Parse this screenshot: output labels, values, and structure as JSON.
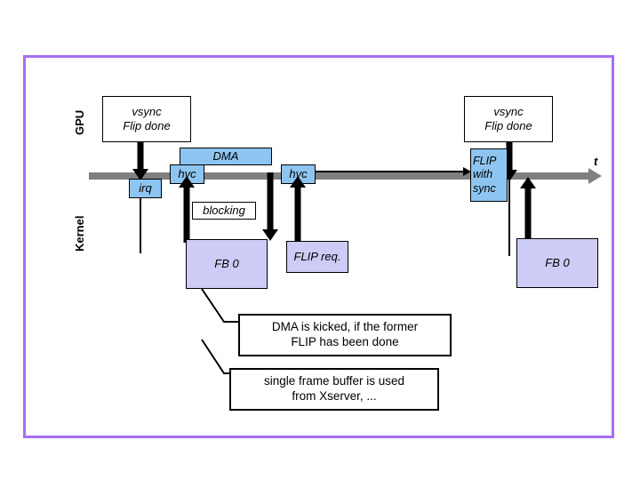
{
  "diagram": {
    "title_note": "GPU / Kernel vsync-flip timing diagram",
    "lanes": [
      {
        "name": "gpu",
        "label": "GPU"
      },
      {
        "name": "kernel",
        "label": "Kernel"
      }
    ],
    "time_axis": {
      "label": "t",
      "color": "#808080"
    },
    "frame_color": "#a66ef5",
    "event_boxes": [
      {
        "name": "vsync-left",
        "text": "vsync\nFlip done",
        "line1": "vsync",
        "line2": "Flip done",
        "fill": "#ffffff"
      },
      {
        "name": "vsync-right",
        "text": "vsync\nFlip done",
        "line1": "vsync",
        "line2": "Flip done",
        "fill": "#ffffff"
      }
    ],
    "irq_label": "irq",
    "hvc_label_1": "hvc",
    "hvc_label_2": "hvc",
    "dma_label": "DMA",
    "blocking_label": "blocking",
    "flip_req_label": "FLIP req.",
    "flip_with_sync": {
      "line1": "FLIP",
      "line2": "with",
      "line3": "sync"
    },
    "fb_left_label": "FB 0",
    "fb_right_label": "FB 0",
    "callouts": [
      {
        "name": "callout-dma",
        "line1": "DMA is kicked, if the former",
        "line2": "FLIP has been done"
      },
      {
        "name": "callout-framebuffer",
        "line1": "single frame buffer is used",
        "line2": "from Xserver, ..."
      }
    ],
    "colors": {
      "blue_fill": "#8ec5f0",
      "lavender_fill": "#ccccf7",
      "timeline_gray": "#808080",
      "frame_purple": "#a66ef5"
    }
  }
}
